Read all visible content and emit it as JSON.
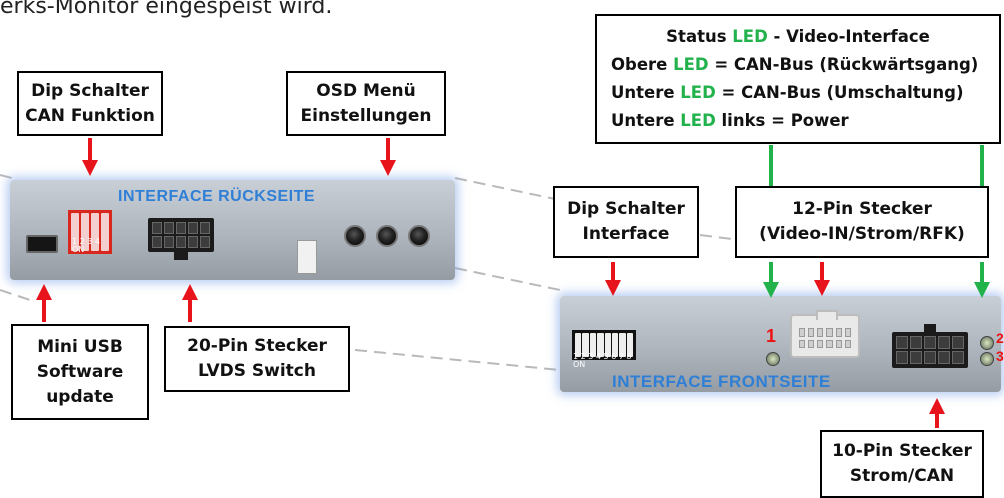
{
  "intro_text": "erks-Monitor eingespeist wird.",
  "colors": {
    "arrow_red": "#e8141b",
    "arrow_green": "#22b24c",
    "panel_title_blue": "#2f7fd6"
  },
  "labels": {
    "dip_can": [
      "Dip Schalter",
      "CAN Funktion"
    ],
    "osd": [
      "OSD Menü",
      "Einstellungen"
    ],
    "status": {
      "line1_prefix": "Status ",
      "line1_led": "LED",
      "line1_suffix": " - Video-Interface",
      "line2_prefix": "Obere ",
      "line2_led": "LED",
      "line2_suffix": " = CAN-Bus (Rückwärtsgang)",
      "line3_prefix": "Untere ",
      "line3_led": "LED",
      "line3_suffix": " = CAN-Bus (Umschaltung)",
      "line4_prefix": "Untere ",
      "line4_led": "LED",
      "line4_suffix": " links = Power"
    },
    "dip_interface": [
      "Dip Schalter",
      "Interface"
    ],
    "pin12": [
      "12-Pin Stecker",
      "(Video-IN/Strom/RFK)"
    ],
    "mini_usb": [
      "Mini USB",
      "Software",
      "update"
    ],
    "pin20": [
      "20-Pin Stecker",
      "LVDS Switch"
    ],
    "pin10": [
      "10-Pin Stecker",
      "Strom/CAN"
    ]
  },
  "back_panel": {
    "title": "INTERFACE  RÜCKSEITE",
    "dip_numbers": "1 2 3 4",
    "dip_on": "ON"
  },
  "front_panel": {
    "title": "INTERFACE  FRONTSEITE",
    "dip_numbers": "1 2 3 4 5 6 7 8",
    "dip_on": "ON",
    "led_number_1": "1",
    "led_number_2": "2",
    "led_number_3": "3"
  }
}
